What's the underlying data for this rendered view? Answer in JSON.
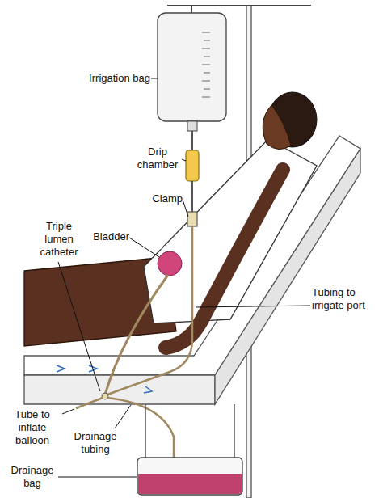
{
  "diagram": {
    "labels": [
      "Irrigation bag",
      "Drip chamber",
      "Clamp",
      "Bladder",
      "Triple lumen catheter",
      "Tubing to irrigate port",
      "Tube to inflate balloon",
      "Drainage tubing",
      "Drainage bag"
    ]
  }
}
